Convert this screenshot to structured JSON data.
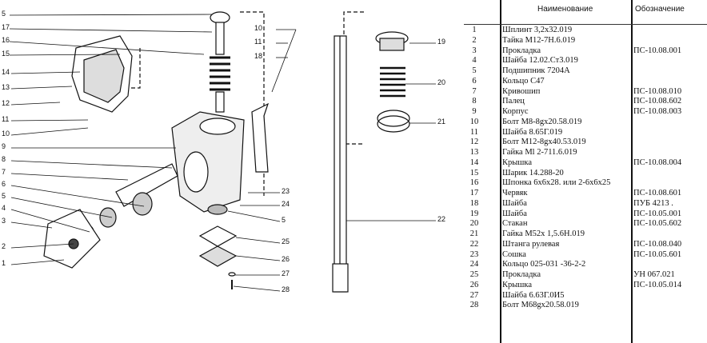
{
  "diagram": {
    "callouts_left": [
      "5",
      "17",
      "16",
      "15",
      "14",
      "13",
      "12",
      "11",
      "10",
      "9",
      "8",
      "7",
      "6",
      "5",
      "4",
      "3",
      "2",
      "1"
    ],
    "callouts_middle": [
      "10",
      "11",
      "18",
      "23",
      "24",
      "5",
      "25",
      "26",
      "27",
      "28"
    ],
    "callouts_right": [
      "19",
      "20",
      "21",
      "22"
    ]
  },
  "table": {
    "header_name": "Наименование",
    "header_code": "Обозначение",
    "rows": [
      {
        "n": "1",
        "name": "Шплинт 3,2x32.019",
        "code": ""
      },
      {
        "n": "2",
        "name": "Тайка М12-7Н.6.019",
        "code": ""
      },
      {
        "n": "3",
        "name": "Прокладка",
        "code": "ПС-10.08.001"
      },
      {
        "n": "4",
        "name": "Шайба 12.02.Ст3.019",
        "code": ""
      },
      {
        "n": "5",
        "name": "Подшипник 7204А",
        "code": ""
      },
      {
        "n": "6",
        "name": "Кольцо С47",
        "code": ""
      },
      {
        "n": "7",
        "name": "Кривошип",
        "code": "ПС-10.08.010"
      },
      {
        "n": "8",
        "name": "Палец",
        "code": "ПС-10.08.602"
      },
      {
        "n": "9",
        "name": "Корпус",
        "code": "ПС-10.08.003"
      },
      {
        "n": "10",
        "name": "Болт М8-8gx20.58.019",
        "code": ""
      },
      {
        "n": "11",
        "name": "Шайба 8.65Г.019",
        "code": ""
      },
      {
        "n": "12",
        "name": "Болт М12-8gx40.53.019",
        "code": ""
      },
      {
        "n": "13",
        "name": "Гайка Ml 2-711.6.019",
        "code": ""
      },
      {
        "n": "14",
        "name": "Крышка",
        "code": "ПС-10.08.004"
      },
      {
        "n": "15",
        "name": "Шарик 14.288-20",
        "code": ""
      },
      {
        "n": "16",
        "name": "Шпонка 6x6x28. или 2-6x6x25",
        "code": ""
      },
      {
        "n": "17",
        "name": "Червяк",
        "code": "ПС-10.08.601"
      },
      {
        "n": "18",
        "name": "Шайба",
        "code": "ПУБ 4213 ."
      },
      {
        "n": "19",
        "name": "Шайба",
        "code": "ПС-10.05.001"
      },
      {
        "n": "20",
        "name": "Стакан",
        "code": "ПС-10.05.602"
      },
      {
        "n": "21",
        "name": "Гайка М52x 1,5.6Н.019",
        "code": ""
      },
      {
        "n": "22",
        "name": "Штанга рулевая",
        "code": "ПС-10.08.040"
      },
      {
        "n": "23",
        "name": "Сошка",
        "code": "ПС-10.05.601"
      },
      {
        "n": "24",
        "name": "Кольцо 025-031 -36-2-2",
        "code": ""
      },
      {
        "n": "25",
        "name": "Прокладка",
        "code": "УН 067.021"
      },
      {
        "n": "26",
        "name": "Крышка",
        "code": "ПС-10.05.014"
      },
      {
        "n": "27",
        "name": "Шайба 6.63Г.0И5",
        "code": ""
      },
      {
        "n": "28",
        "name": "Болт М68gx20.58.019",
        "code": ""
      }
    ]
  }
}
